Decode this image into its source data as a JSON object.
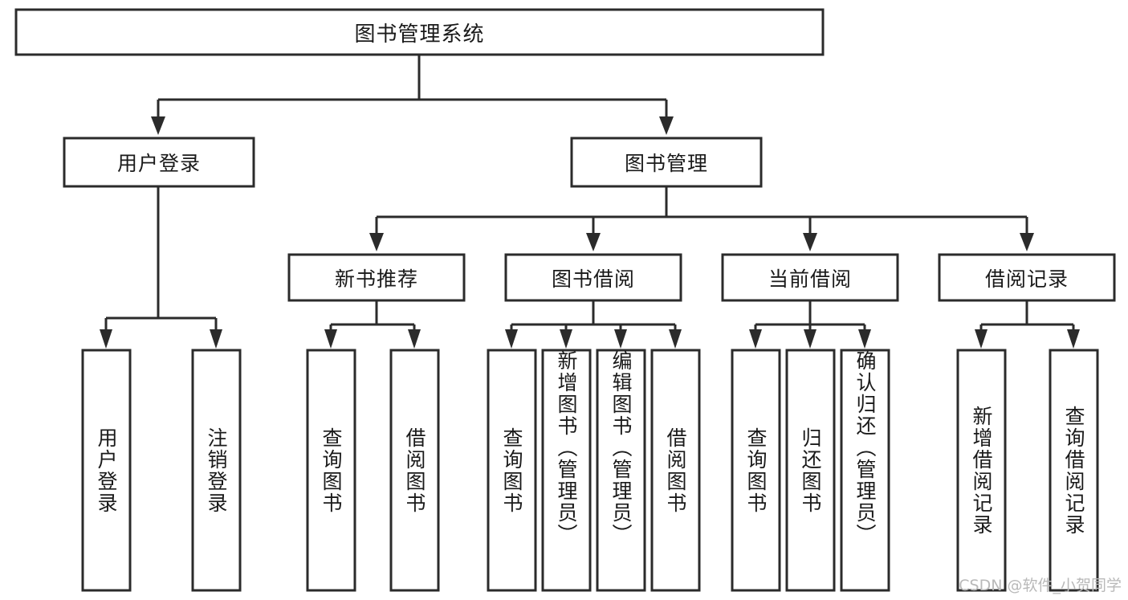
{
  "diagram": {
    "title": "图书管理系统",
    "type": "tree-hierarchy",
    "watermark": "CSDN @软件_小贺同学",
    "colors": {
      "stroke": "#2b2b2b",
      "box_fill": "#ffffff",
      "text": "#1a1a1a",
      "background": "#ffffff",
      "watermark": "#b9b9b9"
    },
    "root": {
      "label": "图书管理系统"
    },
    "level2": [
      {
        "label": "用户登录"
      },
      {
        "label": "图书管理"
      }
    ],
    "level3": [
      {
        "label": "新书推荐"
      },
      {
        "label": "图书借阅"
      },
      {
        "label": "当前借阅"
      },
      {
        "label": "借阅记录"
      }
    ],
    "leaves": {
      "user_login": [
        {
          "label": "用户登录"
        },
        {
          "label": "注销登录"
        }
      ],
      "new_book_recommend": [
        {
          "label": "查询图书"
        },
        {
          "label": "借阅图书"
        }
      ],
      "book_borrow": [
        {
          "label": "查询图书"
        },
        {
          "label": "新增图书（管理员）"
        },
        {
          "label": "编辑图书（管理员）"
        },
        {
          "label": "借阅图书"
        }
      ],
      "current_borrow": [
        {
          "label": "查询图书"
        },
        {
          "label": "归还图书"
        },
        {
          "label": "确认归还（管理员）"
        }
      ],
      "borrow_record": [
        {
          "label": "新增借阅记录"
        },
        {
          "label": "查询借阅记录"
        }
      ]
    }
  }
}
